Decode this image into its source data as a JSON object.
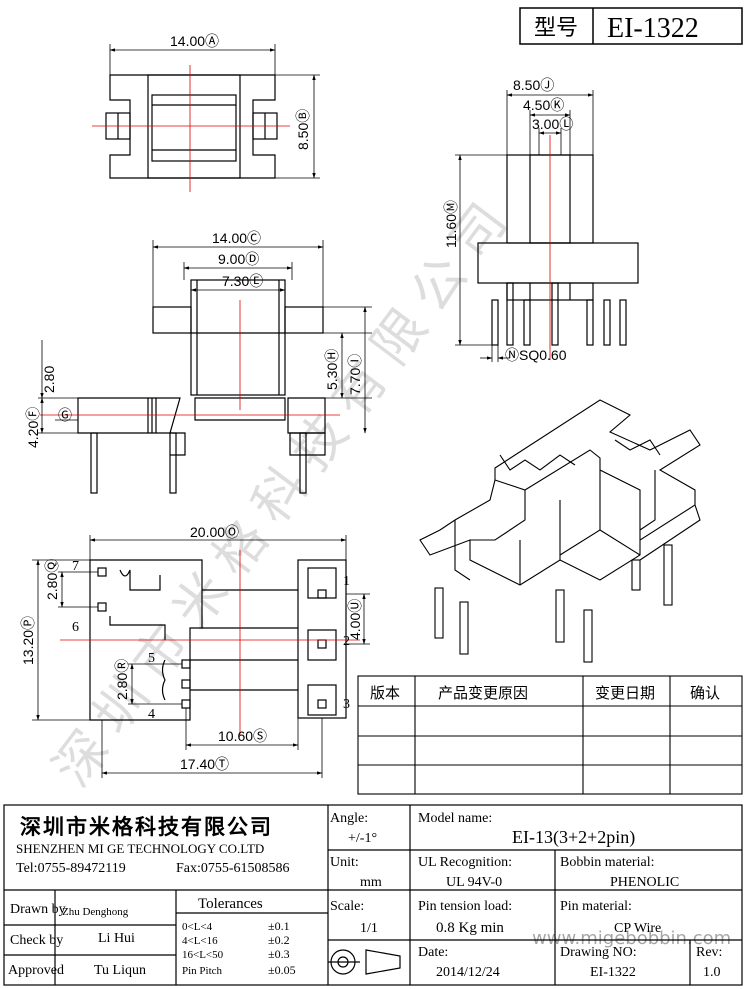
{
  "header": {
    "type_label": "型号",
    "model_code": "EI-1322"
  },
  "dims": {
    "a": "14.00Ⓐ",
    "b": "8.50Ⓑ",
    "c": "14.00Ⓒ",
    "d": "9.00Ⓓ",
    "e": "7.30Ⓔ",
    "f": "4.20Ⓕ",
    "f_top": "2.80",
    "g": "Ⓖ",
    "h": "5.30Ⓗ",
    "i": "7.70Ⓘ",
    "j": "8.50Ⓙ",
    "k": "4.50Ⓚ",
    "l": "3.00Ⓛ",
    "m": "11.60Ⓜ",
    "n": "ⓃSQ0.60",
    "o": "20.00Ⓞ",
    "p": "13.20Ⓟ",
    "q": "2.80Ⓠ",
    "r": "2.80Ⓡ",
    "s": "10.60Ⓢ",
    "t": "17.40Ⓣ",
    "u": "4.00Ⓤ"
  },
  "pins": {
    "p1": "1",
    "p2": "2",
    "p3": "3",
    "p4": "4",
    "p5": "5",
    "p6": "6",
    "p7": "7"
  },
  "revision_table": {
    "headers": [
      "版本",
      "产品变更原因",
      "变更日期",
      "确认"
    ],
    "rows": [
      [
        "",
        "",
        "",
        ""
      ],
      [
        "",
        "",
        "",
        ""
      ],
      [
        "",
        "",
        "",
        ""
      ]
    ]
  },
  "company": {
    "name_cn": "深圳市米格科技有限公司",
    "name_en": "SHENZHEN   MI GE TECHNOLOGY   CO.LTD",
    "tel": "Tel:0755-89472119",
    "fax": "Fax:0755-61508586"
  },
  "title_block": {
    "angle_label": "Angle:",
    "angle_value": "+/-1°",
    "unit_label": "Unit:",
    "unit_value": "mm",
    "scale_label": "Scale:",
    "scale_value": "1/1",
    "model_name_label": "Model name:",
    "model_name_value": "EI-13(3+2+2pin)",
    "ul_label": "UL Recognition:",
    "ul_value": "UL 94V-0",
    "bobbin_label": "Bobbin material:",
    "bobbin_value": "PHENOLIC",
    "pin_tension_label": "Pin tension load:",
    "pin_tension_value": "0.8 Kg min",
    "pin_material_label": "Pin material:",
    "pin_material_value": "CP Wire",
    "date_label": "Date:",
    "date_value": "2014/12/24",
    "drawing_no_label": "Drawing NO:",
    "drawing_no_value": "EI-1322",
    "rev_label": "Rev:",
    "rev_value": "1.0",
    "drawn_by_label": "Drawn by",
    "drawn_by_value": "Zhu Denghong",
    "check_by_label": "Check by",
    "check_by_value": "Li Hui",
    "approved_label": "Approved",
    "approved_value": "Tu Liqun",
    "tolerances_title": "Tolerances",
    "tolerances": [
      {
        "range": "0<L<4",
        "value": "±0.1"
      },
      {
        "range": "4<L<16",
        "value": "±0.2"
      },
      {
        "range": "16<L<50",
        "value": "±0.3"
      },
      {
        "range": "Pin Pitch",
        "value": "±0.05"
      }
    ]
  },
  "watermark": {
    "text": "深圳市米格科技有限公司",
    "url": "www.migebobbin.com"
  }
}
